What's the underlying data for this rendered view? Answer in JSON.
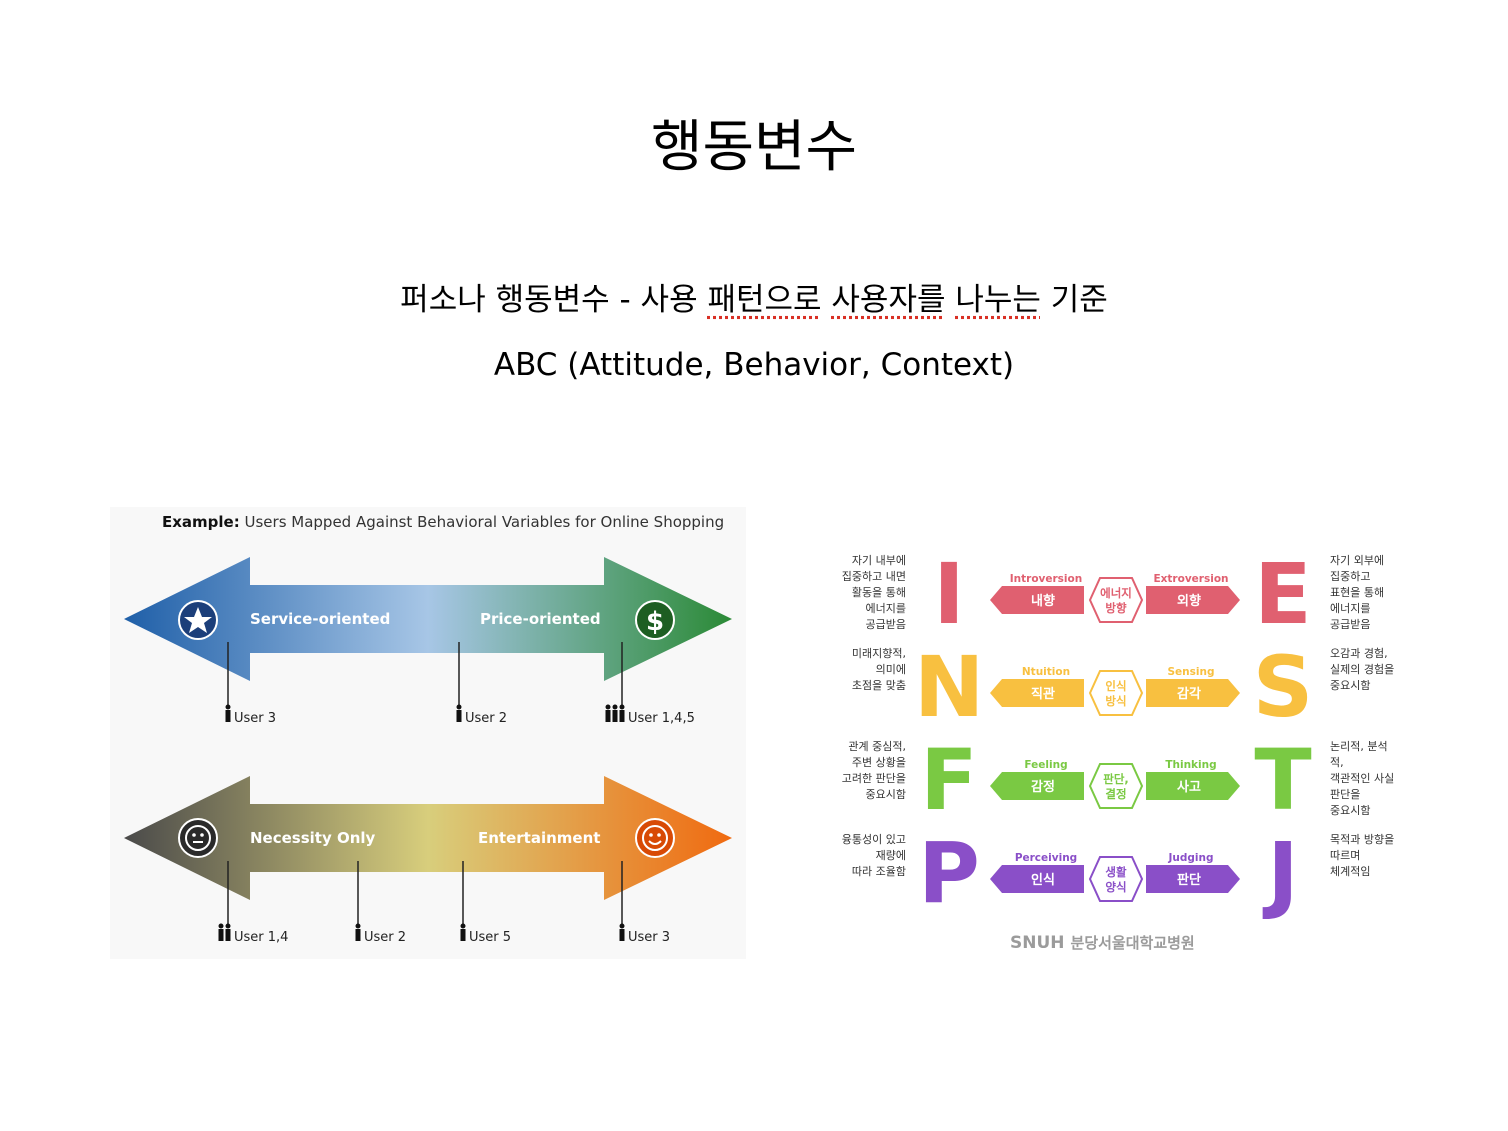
{
  "slide": {
    "title": "행동변수",
    "subtitle_prefix": "퍼소나 행동변수 - 사용 ",
    "subtitle_mark1": "패턴으로",
    "subtitle_mark2": "사용자를",
    "subtitle_mark3": "나누는",
    "subtitle_suffix": " 기준",
    "abc": "ABC (Attitude, Behavior, Context)"
  },
  "left_figure": {
    "title_bold": "Example:",
    "title_rest": " Users Mapped Against Behavioral Variables for Online Shopping",
    "axis1": {
      "left_label": "Service-oriented",
      "right_label": "Price-oriented",
      "left_icon": "star-icon",
      "right_icon": "dollar-icon",
      "users": [
        "User 3",
        "User 2",
        "User 1,4,5"
      ],
      "colors": {
        "start": "#2a6fb0",
        "mid": "#9bbfe0",
        "end": "#2f8f3a"
      }
    },
    "axis2": {
      "left_label": "Necessity Only",
      "right_label": "Entertainment",
      "left_icon": "neutral-face-icon",
      "right_icon": "smiley-face-icon",
      "users": [
        "User 1,4",
        "User 2",
        "User 5",
        "User 3"
      ],
      "colors": {
        "start": "#555555",
        "mid": "#d9cf7a",
        "end": "#f07a1a"
      }
    }
  },
  "mbti": {
    "rows": [
      {
        "left_letter": "I",
        "right_letter": "E",
        "color": "#e06070",
        "left_en": "Introversion",
        "right_en": "Extroversion",
        "left_ko": "내향",
        "right_ko": "외향",
        "center": "에너지\n방향",
        "left_desc": "자기 내부에\n집중하고 내면\n활동을 통해\n에너지를\n공급받음",
        "right_desc": "자기 외부에\n집중하고\n표현을 통해\n에너지를\n공급받음"
      },
      {
        "left_letter": "N",
        "right_letter": "S",
        "color": "#f8c040",
        "left_en": "Ntuition",
        "right_en": "Sensing",
        "left_ko": "직관",
        "right_ko": "감각",
        "center": "인식\n방식",
        "left_desc": "미래지향적,\n의미에\n초점을 맞춤",
        "right_desc": "오감과 경험,\n실제의 경험을\n중요시함"
      },
      {
        "left_letter": "F",
        "right_letter": "T",
        "color": "#7ac943",
        "left_en": "Feeling",
        "right_en": "Thinking",
        "left_ko": "감정",
        "right_ko": "사고",
        "center": "판단,\n결정",
        "left_desc": "관계 중심적,\n주변 상황을\n고려한 판단을\n중요시함",
        "right_desc": "논리적, 분석적,\n객관적인 사실\n판단을\n중요시함"
      },
      {
        "left_letter": "P",
        "right_letter": "J",
        "color": "#8a4fc8",
        "left_en": "Perceiving",
        "right_en": "Judging",
        "left_ko": "인식",
        "right_ko": "판단",
        "center": "생활\n양식",
        "left_desc": "융통성이 있고\n재량에\n따라 조율함",
        "right_desc": "목적과 방향을\n따르며\n체계적임"
      }
    ],
    "brand": "SNUH",
    "brand_ko": "분당서울대학교병원"
  }
}
